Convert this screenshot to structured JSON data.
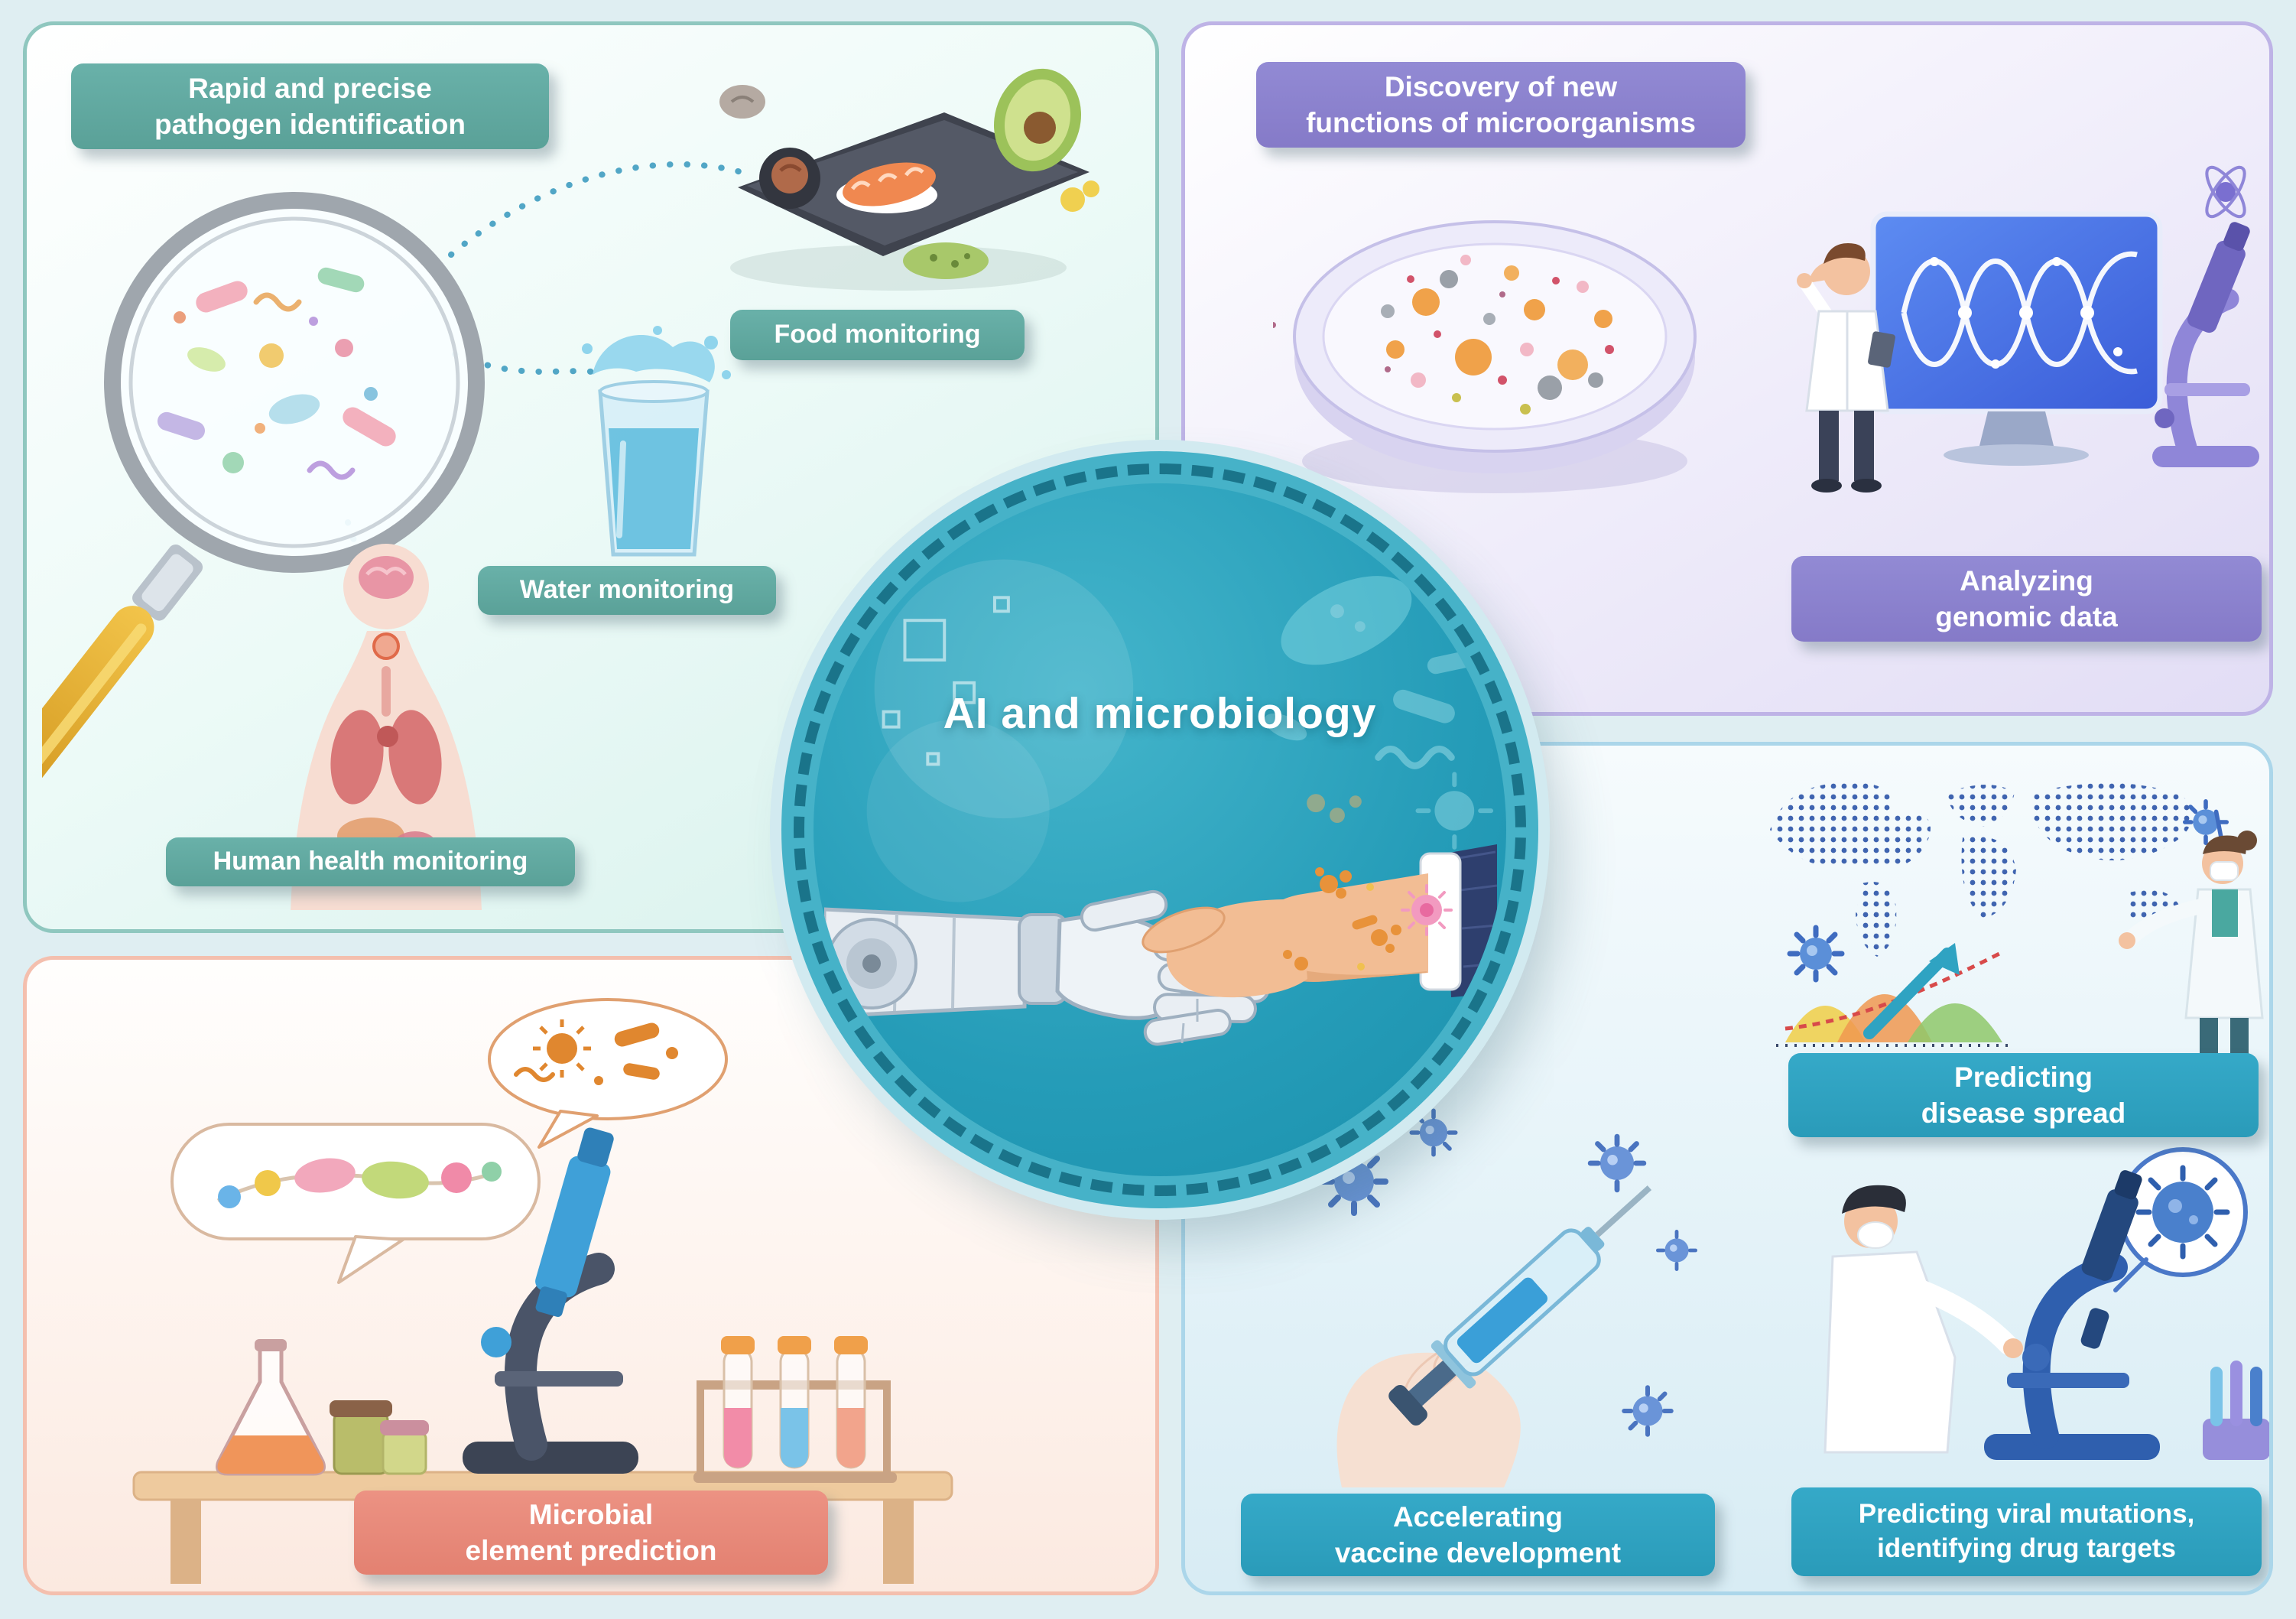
{
  "title": "AI and microbiology",
  "center": {
    "title": "AI and microbiology"
  },
  "colors": {
    "background": "#dfeef2",
    "teal_accent": "#5ea79f",
    "purple_accent": "#8c81ce",
    "blue_accent": "#2fa3c2",
    "salmon_accent": "#e8897a",
    "center_circle": "#2aa3bd"
  },
  "panel_pathogen": {
    "title": "Rapid and precise\npathogen identification",
    "food_label": "Food monitoring",
    "water_label": "Water monitoring",
    "human_label": "Human health monitoring"
  },
  "panel_microorganisms": {
    "title": "Discovery of new\nfunctions of microorganisms",
    "genomics_label": "Analyzing\ngenomic data"
  },
  "panel_microbial": {
    "label": "Microbial\nelement prediction"
  },
  "panel_applications": {
    "disease_label": "Predicting\ndisease spread",
    "vaccine_label": "Accelerating\nvaccine development",
    "mutation_label": "Predicting viral mutations,\nidentifying drug targets"
  }
}
